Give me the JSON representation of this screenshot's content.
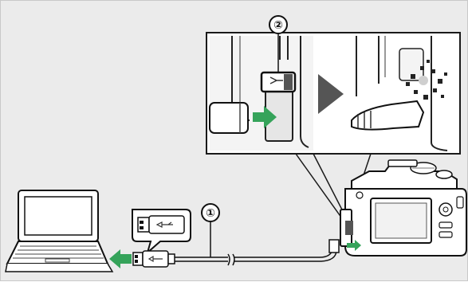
{
  "callouts": [
    {
      "label": "①",
      "meaning": "usb-cable"
    },
    {
      "label": "②",
      "meaning": "usb-port"
    }
  ],
  "colors": {
    "background": "#ebebeb",
    "inset_frame": "#ffffff",
    "arrow_green": "#35a35a",
    "play_arrow": "#555555",
    "outline": "#1a1a1a"
  },
  "icons": [
    "laptop-icon",
    "usb-plug-icon",
    "usb-a-connector-icon",
    "camera-icon",
    "usb-c-connector-icon",
    "play-arrow-icon",
    "insert-arrow-icon",
    "pc-arrow-icon"
  ]
}
